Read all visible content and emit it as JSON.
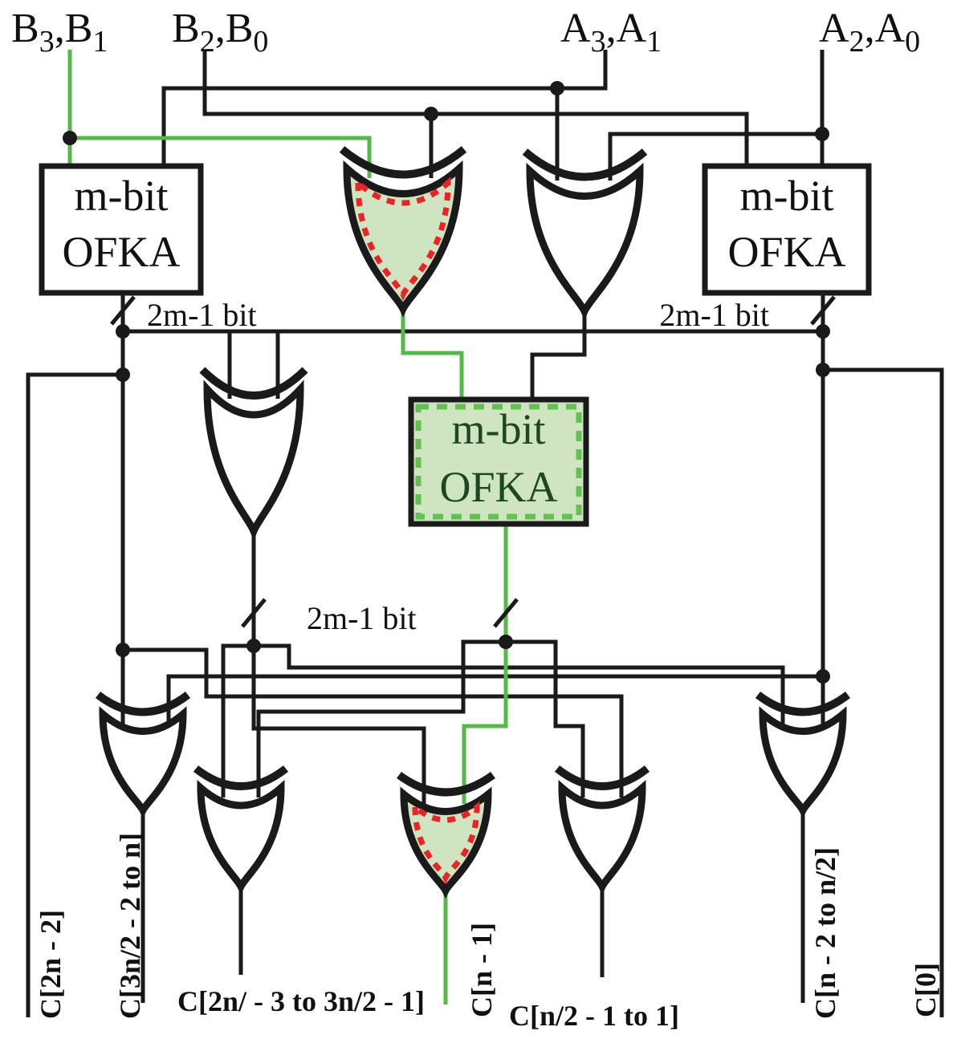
{
  "colors": {
    "wire": "#1a1a1a",
    "green_wire": "#53b947",
    "green_fill": "#cfe5c1",
    "green_dash": "#62c150",
    "red_dash": "#ec2224",
    "green_text": "#1c4722"
  },
  "top_inputs": [
    {
      "p0": "B",
      "s0": "3",
      "p1": ",B",
      "s1": "1"
    },
    {
      "p0": "B",
      "s0": "2",
      "p1": ",B",
      "s1": "0"
    },
    {
      "p0": "A",
      "s0": "3",
      "p1": ",A",
      "s1": "1"
    },
    {
      "p0": "A",
      "s0": "2",
      "p1": ",A",
      "s1": "0"
    }
  ],
  "adders": {
    "left": {
      "line1": "m-bit",
      "line2": "OFKA"
    },
    "middle": {
      "line1": "m-bit",
      "line2": "OFKA"
    },
    "right": {
      "line1": "m-bit",
      "line2": "OFKA"
    }
  },
  "bus_labels": {
    "left": "2m-1 bit",
    "right": "2m-1 bit",
    "middle": "2m-1 bit"
  },
  "outputs": {
    "c_2n_2": "C[2n - 2]",
    "c_3n2_2_n": "C[3n/2 - 2 to n]",
    "c_2n_3_3n2_1": "C[2n/ - 3 to 3n/2 - 1]",
    "c_n_1": "C[n - 1]",
    "c_n2_1_1": "C[n/2 - 1 to 1]",
    "c_n_2_n2": "C[n - 2 to n/2]",
    "c_0": "C[0]"
  }
}
